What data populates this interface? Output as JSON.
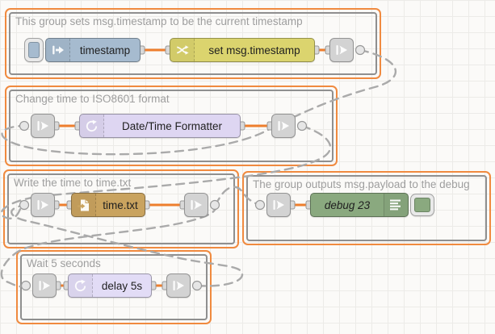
{
  "app": "Node-RED flow editor canvas",
  "colors": {
    "group_highlight": "#f08a3f",
    "group_border": "#8f8f8f",
    "wire": "#ee7e2d",
    "virtual_wire": "#aaaaaa",
    "port_fill": "#d9d9d9",
    "port_stroke": "#999999",
    "inject_node": "#a6bbcf",
    "change_node": "#dbd46e",
    "moment_node": "#ded6f2",
    "file_node": "#c9a35f",
    "debug_node": "#8aa97f",
    "delay_node": "#e2dcf6",
    "link_node": "#d3d3d3"
  },
  "groups": [
    {
      "title": "This group sets msg.timestamp to be the current timestamp",
      "nodes": [
        {
          "type": "inject",
          "label": "timestamp",
          "color": "#a6bbcf",
          "icon": "inject-arrow-icon",
          "has_button": true
        },
        {
          "type": "change",
          "label": "set msg.timestamp",
          "color": "#dbd46e",
          "icon": "shuffle-icon"
        },
        {
          "type": "link out",
          "label": "",
          "color": "#d3d3d3",
          "icon": "link-icon"
        }
      ]
    },
    {
      "title": "Change time to ISO8601 format",
      "nodes": [
        {
          "type": "link in",
          "label": "",
          "color": "#d3d3d3",
          "icon": "link-icon"
        },
        {
          "type": "moment",
          "label": "Date/Time Formatter",
          "color": "#ded6f2",
          "icon": "clock-refresh-icon"
        },
        {
          "type": "link out",
          "label": "",
          "color": "#d3d3d3",
          "icon": "link-icon"
        }
      ]
    },
    {
      "title": "Write the time to time.txt",
      "nodes": [
        {
          "type": "link in",
          "label": "",
          "color": "#d3d3d3",
          "icon": "link-icon"
        },
        {
          "type": "file",
          "label": "time.txt",
          "color": "#c9a35f",
          "icon": "file-icon"
        },
        {
          "type": "link out",
          "label": "",
          "color": "#d3d3d3",
          "icon": "link-icon"
        }
      ]
    },
    {
      "title": "The group outputs msg.payload to the debug",
      "nodes": [
        {
          "type": "link in",
          "label": "",
          "color": "#d3d3d3",
          "icon": "link-icon"
        },
        {
          "type": "debug",
          "label": "debug 23",
          "color": "#8aa97f",
          "icon": "list-icon",
          "has_button": true
        }
      ]
    },
    {
      "title": "Wait 5 seconds",
      "nodes": [
        {
          "type": "link in",
          "label": "",
          "color": "#d3d3d3",
          "icon": "link-icon"
        },
        {
          "type": "delay",
          "label": "delay 5s",
          "color": "#e2dcf6",
          "icon": "clock-refresh-icon"
        },
        {
          "type": "link out",
          "label": "",
          "color": "#d3d3d3",
          "icon": "link-icon"
        }
      ]
    }
  ]
}
